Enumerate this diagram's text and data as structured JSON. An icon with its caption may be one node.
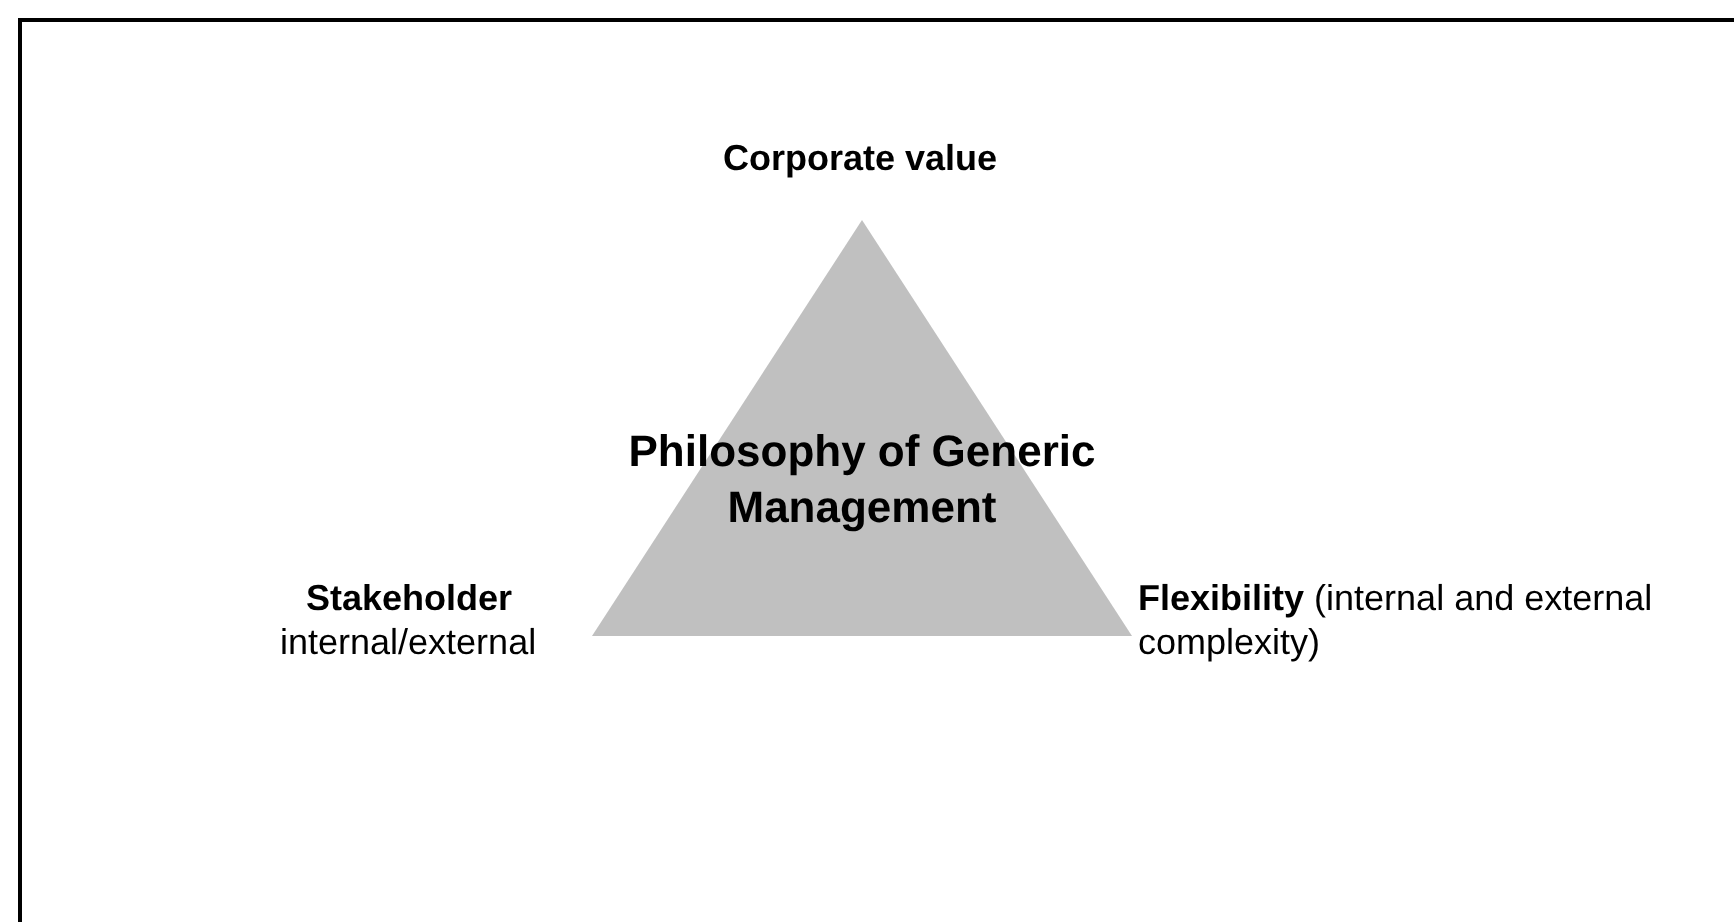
{
  "diagram": {
    "nodes": [
      {
        "text": [
          "Philosophy of Generic Management"
        ]
      }
    ],
    "edges": [],
    "labels": [
      "Corporate value",
      "Stakeholder",
      "internal/external",
      "**Flexibility** (internal and external complexity)"
    ]
  }
}
